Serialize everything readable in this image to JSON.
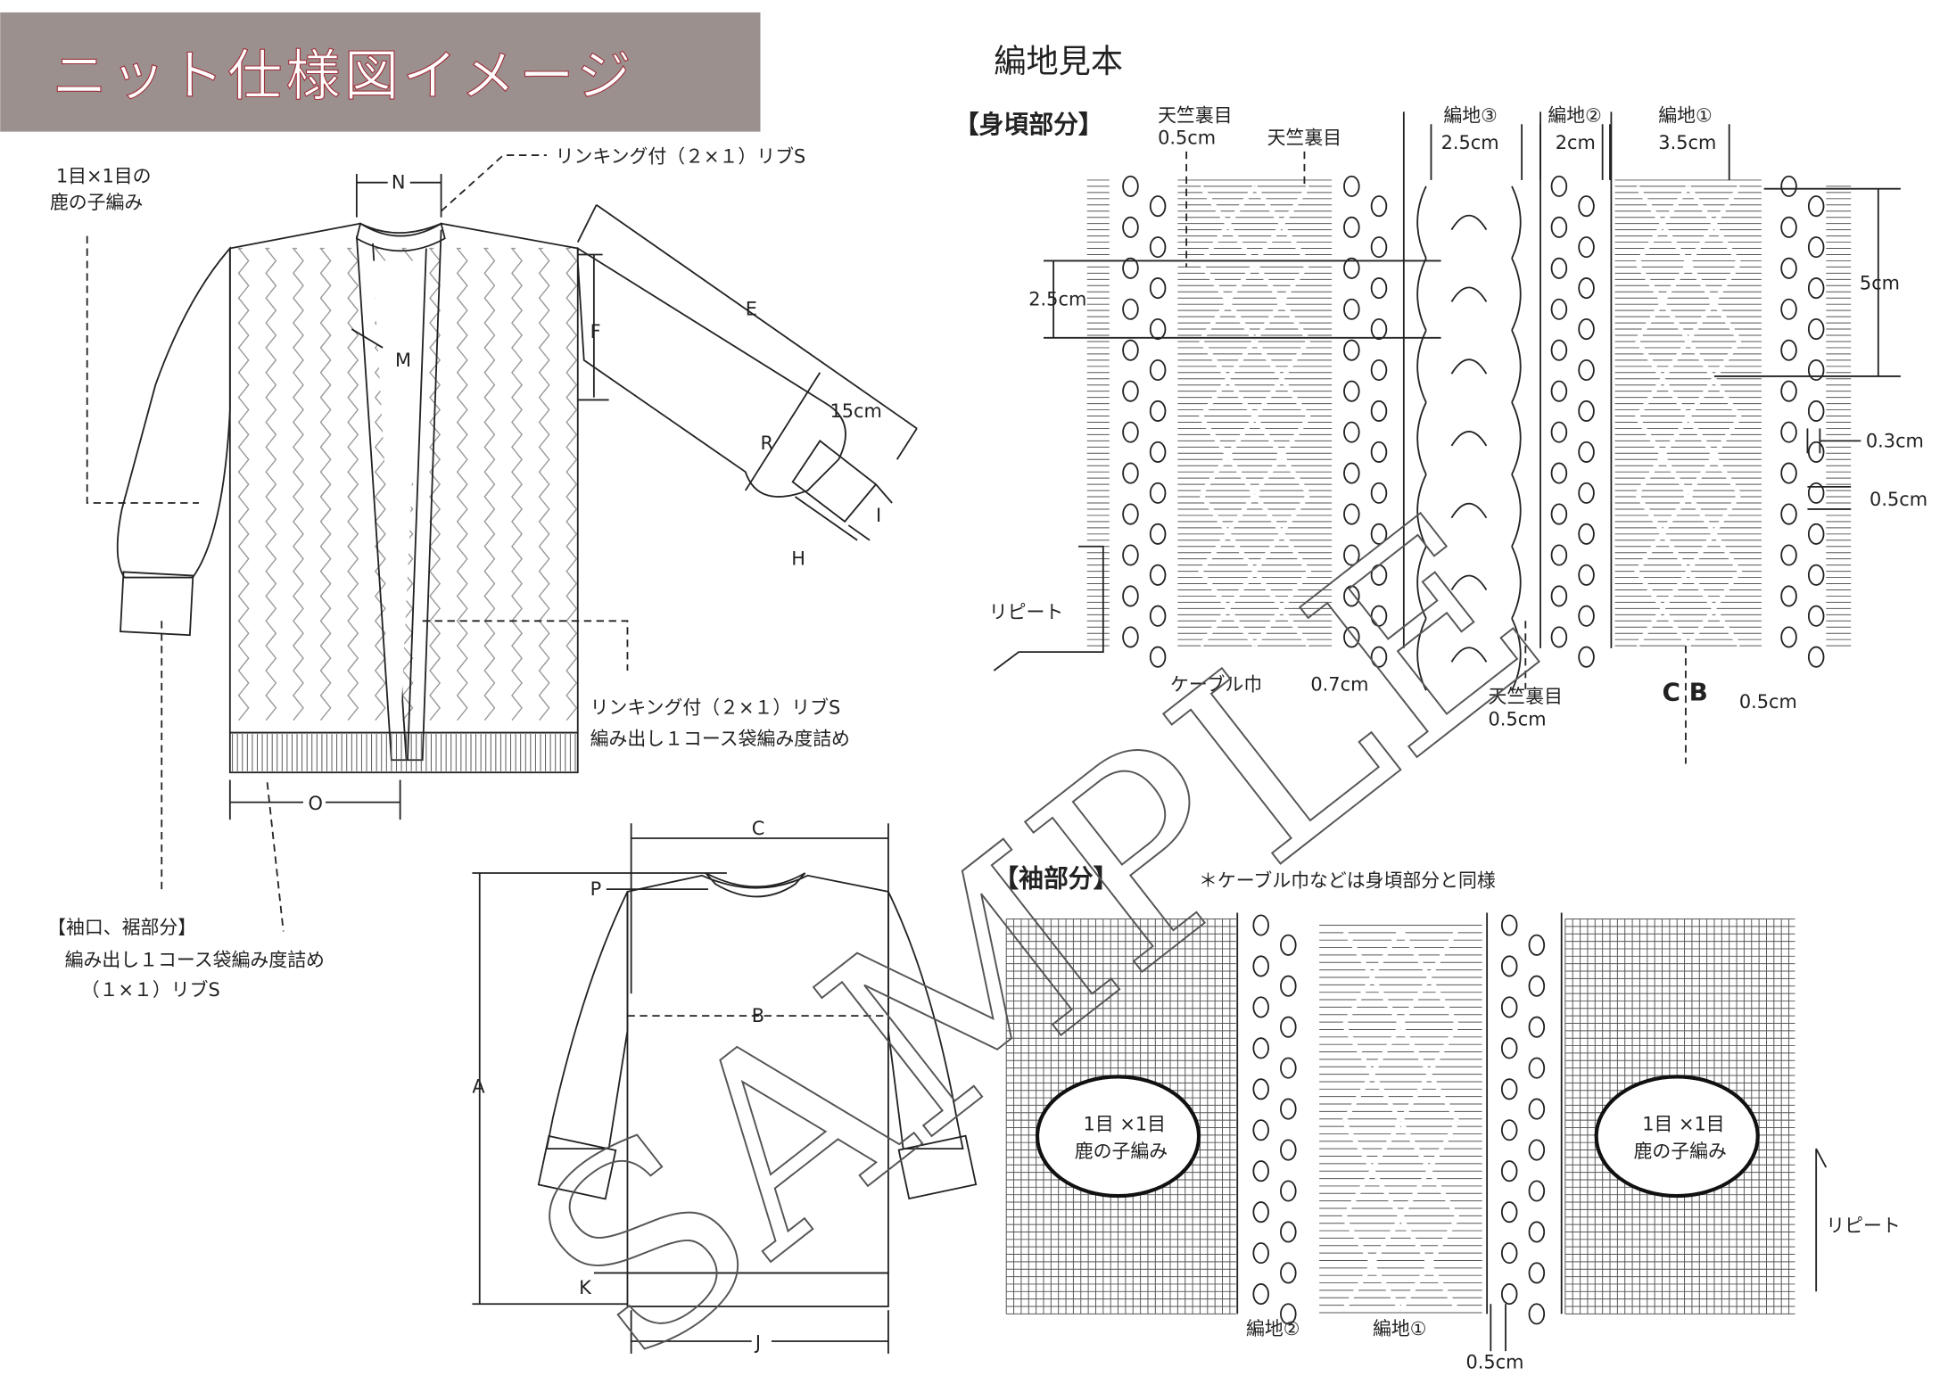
{
  "title": "ニット仕様図イメージ",
  "colors": {
    "title_bg": "#9c908f",
    "title_text": "#ffffff",
    "title_outline": "#a0303a",
    "ink": "#222222"
  },
  "front": {
    "note_moss": [
      "1目×1目の",
      "鹿の子編み"
    ],
    "note_neck": "リンキング付（２×１）リブS",
    "note_band": [
      "リンキング付（２×１）リブS",
      "編み出し１コース袋編み度詰め"
    ],
    "note_cuff": [
      "【袖口、裾部分】",
      "編み出し１コース袋編み度詰め",
      "（１×１）リブS"
    ],
    "dims": {
      "N": "N",
      "M": "M",
      "E": "E",
      "F": "F",
      "R": "R",
      "cuff_len": "15cm",
      "H": "H",
      "I": "I",
      "O": "O"
    }
  },
  "back": {
    "dims": {
      "C": "C",
      "P": "P",
      "B": "B",
      "A": "A",
      "K": "K",
      "J": "J"
    }
  },
  "swatch": {
    "heading": "編地見本",
    "body_section": "【身頃部分】",
    "labels": {
      "purl_a": [
        "天竺裏目",
        "0.5cm"
      ],
      "purl_b": "天竺裏目",
      "fabric3": [
        "編地③",
        "2.5cm"
      ],
      "fabric2": [
        "編地②",
        "2cm"
      ],
      "fabric1": [
        "編地①",
        "3.5cm"
      ],
      "left_dim": "2.5cm",
      "right_dim": "5cm",
      "dim_03": "0.3cm",
      "dim_05": "0.5cm",
      "repeat": "リピート",
      "cable_width": "ケーブル巾",
      "cable_dim": "0.7cm",
      "purl_bottom": [
        "天竺裏目",
        "0.5cm"
      ],
      "cb": "C B",
      "bottom_05": "0.5cm"
    },
    "sleeve_section": "【袖部分】",
    "sleeve_note": "＊ケーブル巾などは身頃部分と同様",
    "sleeve_labels": {
      "moss_left": [
        "1目 ×1目",
        "鹿の子編み"
      ],
      "moss_right": [
        "1目 ×1目",
        "鹿の子編み"
      ],
      "fabric2": "編地②",
      "fabric1": "編地①",
      "dim": "0.5cm",
      "repeat": "リピート"
    }
  },
  "watermark": "SAMPLE"
}
